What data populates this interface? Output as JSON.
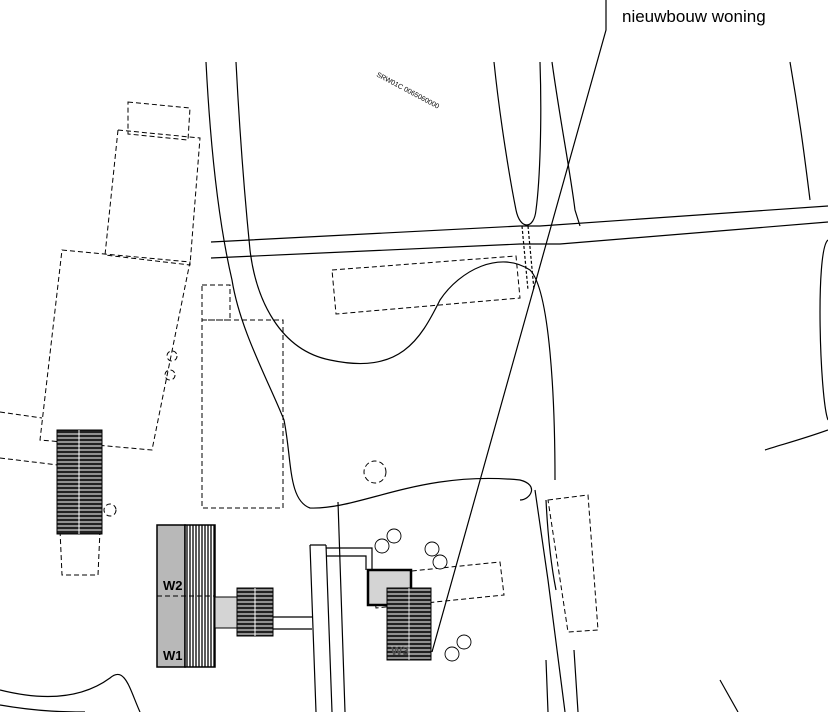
{
  "callout": {
    "label": "nieuwbouw woning"
  },
  "parcel_code": "SRW01C 0065060000",
  "buildings": [
    {
      "id": "W1",
      "label": "W1"
    },
    {
      "id": "W2",
      "label": "W2"
    },
    {
      "id": "W3",
      "label": "W3"
    }
  ],
  "colors": {
    "line": "#000000",
    "existing_fill": "#b8b8b8",
    "new_fill": "#d4d4d4",
    "hatch": "#222222"
  }
}
